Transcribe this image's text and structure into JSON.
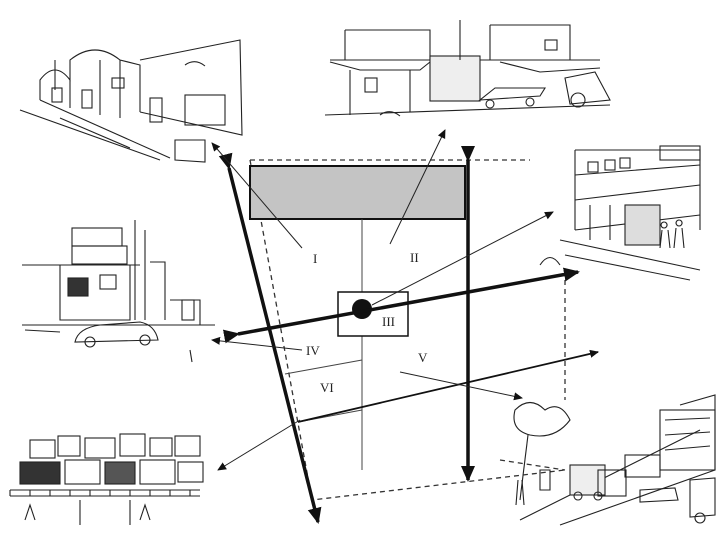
{
  "diagram": {
    "zones": [
      {
        "id": "I",
        "label": "I"
      },
      {
        "id": "II",
        "label": "II"
      },
      {
        "id": "III",
        "label": "III"
      },
      {
        "id": "IV",
        "label": "IV"
      },
      {
        "id": "V",
        "label": "V"
      },
      {
        "id": "VI",
        "label": "VI"
      }
    ],
    "sketches": [
      {
        "id": "top-left",
        "subject": "curved-roof-buildings"
      },
      {
        "id": "top-center",
        "subject": "street-shops-with-awnings"
      },
      {
        "id": "right",
        "subject": "commercial-street-with-pedestrians"
      },
      {
        "id": "left",
        "subject": "multi-storey-house-with-car"
      },
      {
        "id": "bottom-left",
        "subject": "hillside-informal-settlement"
      },
      {
        "id": "bottom-right",
        "subject": "avenue-with-buses-and-trees"
      }
    ],
    "colors": {
      "ink": "#111111",
      "shade": "#c4c4c4",
      "line": "#333333"
    }
  }
}
